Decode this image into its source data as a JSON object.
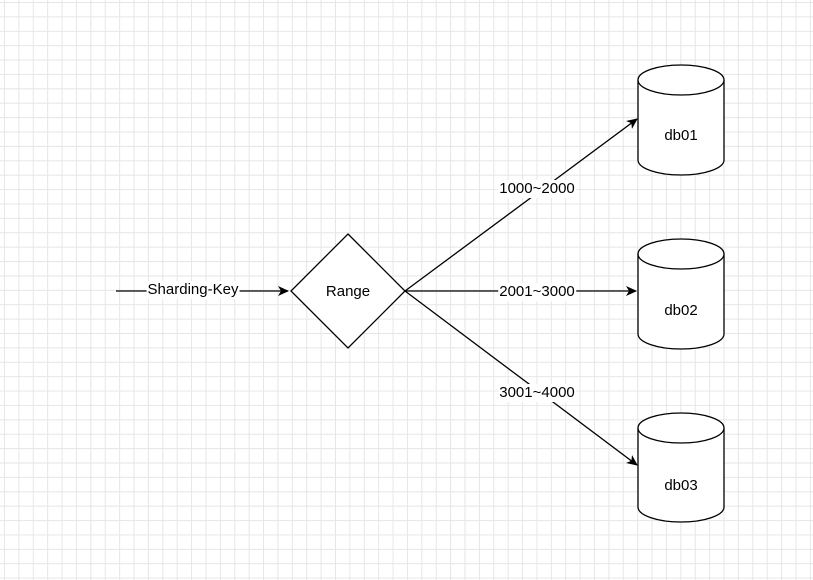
{
  "diagram": {
    "input_label": "Sharding-Key",
    "router_label": "Range",
    "edges": [
      {
        "label": "1000~2000",
        "target": "db01"
      },
      {
        "label": "2001~3000",
        "target": "db02"
      },
      {
        "label": "3001~4000",
        "target": "db03"
      }
    ],
    "databases": [
      {
        "label": "db01"
      },
      {
        "label": "db02"
      },
      {
        "label": "db03"
      }
    ]
  }
}
